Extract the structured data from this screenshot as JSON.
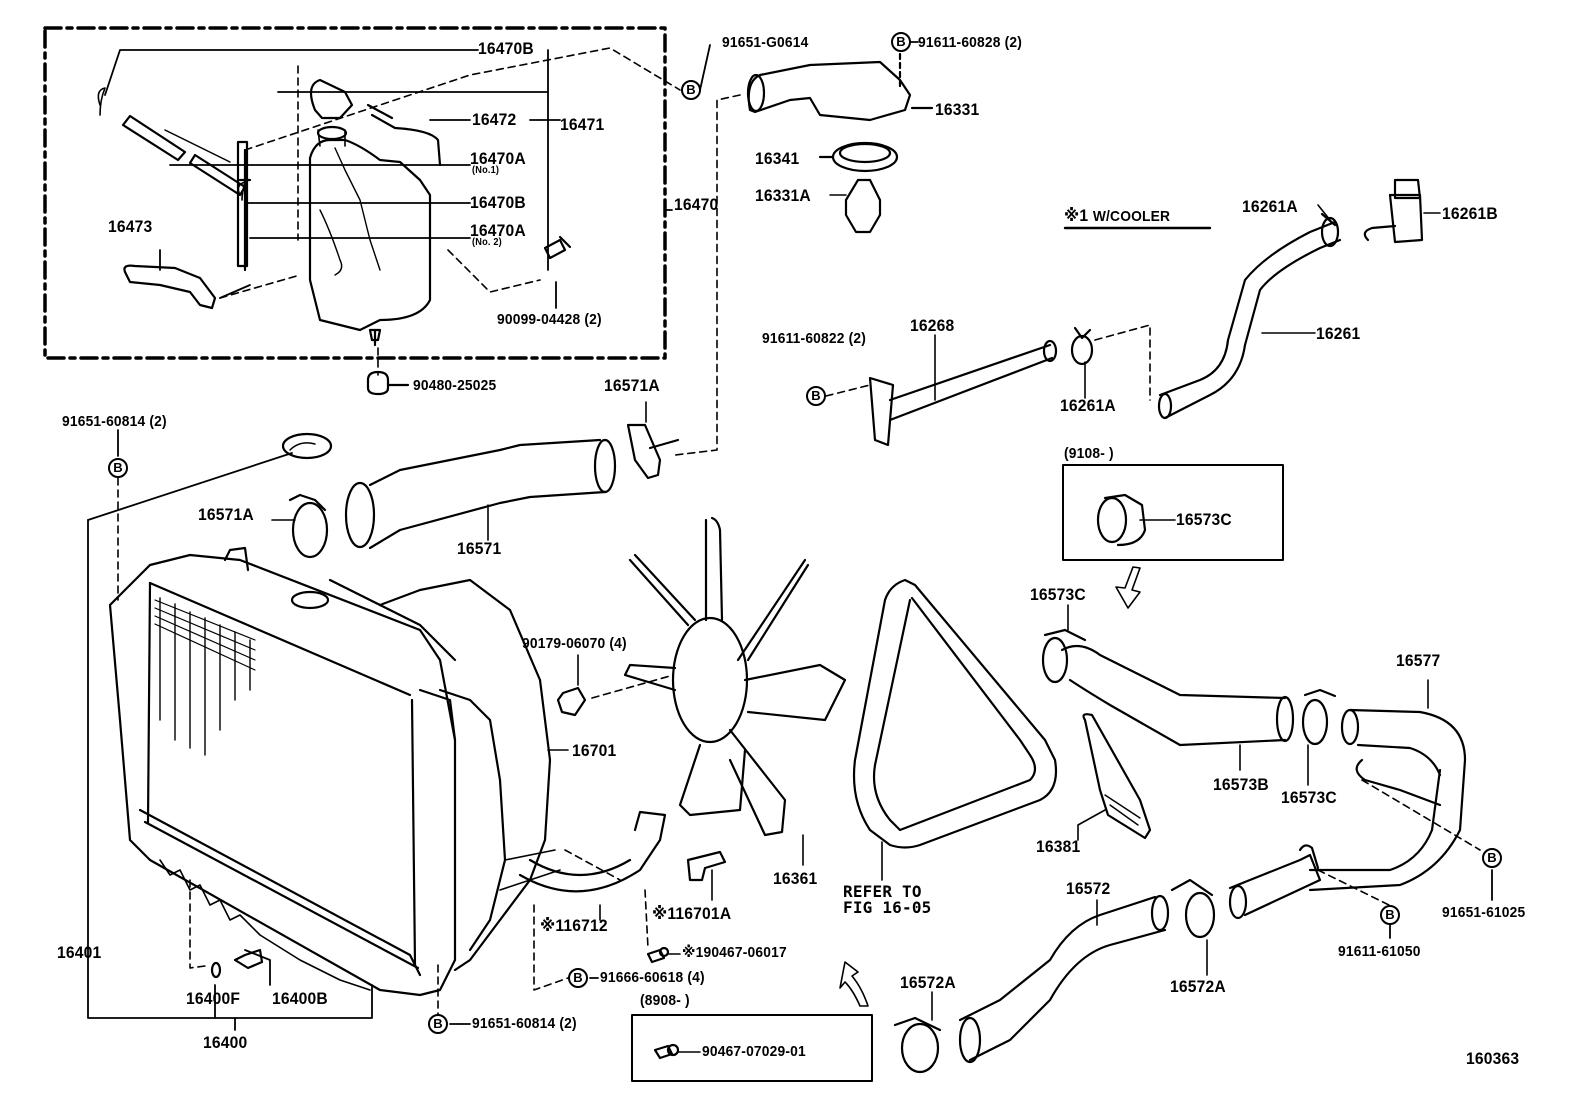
{
  "diagram": {
    "title_ref": "160363",
    "bolt_marker": "B",
    "note": {
      "symbol": "※1",
      "text": "W/COOLER"
    },
    "refer": {
      "line1": "REFER TO",
      "line2": "FIG 16-05"
    },
    "inset_date_1": "(9108-        )",
    "inset_date_2": "(8908-        )"
  },
  "labels": {
    "p16470B_1": "16470B",
    "p16472": "16472",
    "p16471": "16471",
    "p16470A_1": "16470A",
    "p16470A_1_sub": "(No.1)",
    "p16470B_2": "16470B",
    "p16470A_2": "16470A",
    "p16470A_2_sub": "(No. 2)",
    "p16473": "16473",
    "p90099": "90099-04428 (2)",
    "p16470": "16470",
    "p90480": "90480-25025",
    "p91651_G0614": "91651-G0614",
    "p91611_60828": "91611-60828 (2)",
    "p16331": "16331",
    "p16341": "16341",
    "p16331A": "16331A",
    "p16261A_1": "16261A",
    "p16261B": "16261B",
    "p16261": "16261",
    "p16268": "16268",
    "p91611_60822": "91611-60822 (2)",
    "p16261A_2": "16261A",
    "p91651_60814_top": "91651-60814 (2)",
    "p16571A_1": "16571A",
    "p16571A_2": "16571A",
    "p16571": "16571",
    "p16573C_box": "16573C",
    "p16573C_1": "16573C",
    "p16577": "16577",
    "p16573B": "16573B",
    "p16573C_2": "16573C",
    "p90179": "90179-06070 (4)",
    "p16701": "16701",
    "p16361": "16361",
    "p16381": "16381",
    "p16712": "※116712",
    "p16701A": "※116701A",
    "p90467_06017": "※190467-06017",
    "p91666": "91666-60618 (4)",
    "p90467_07029": "90467-07029-01",
    "p16401": "16401",
    "p16400F": "16400F",
    "p16400B": "16400B",
    "p16400": "16400",
    "p91651_60814_bot": "91651-60814 (2)",
    "p16572": "16572",
    "p16572A_1": "16572A",
    "p16572A_2": "16572A",
    "p91651_61025": "91651-61025",
    "p91611_61050": "91611-61050"
  }
}
